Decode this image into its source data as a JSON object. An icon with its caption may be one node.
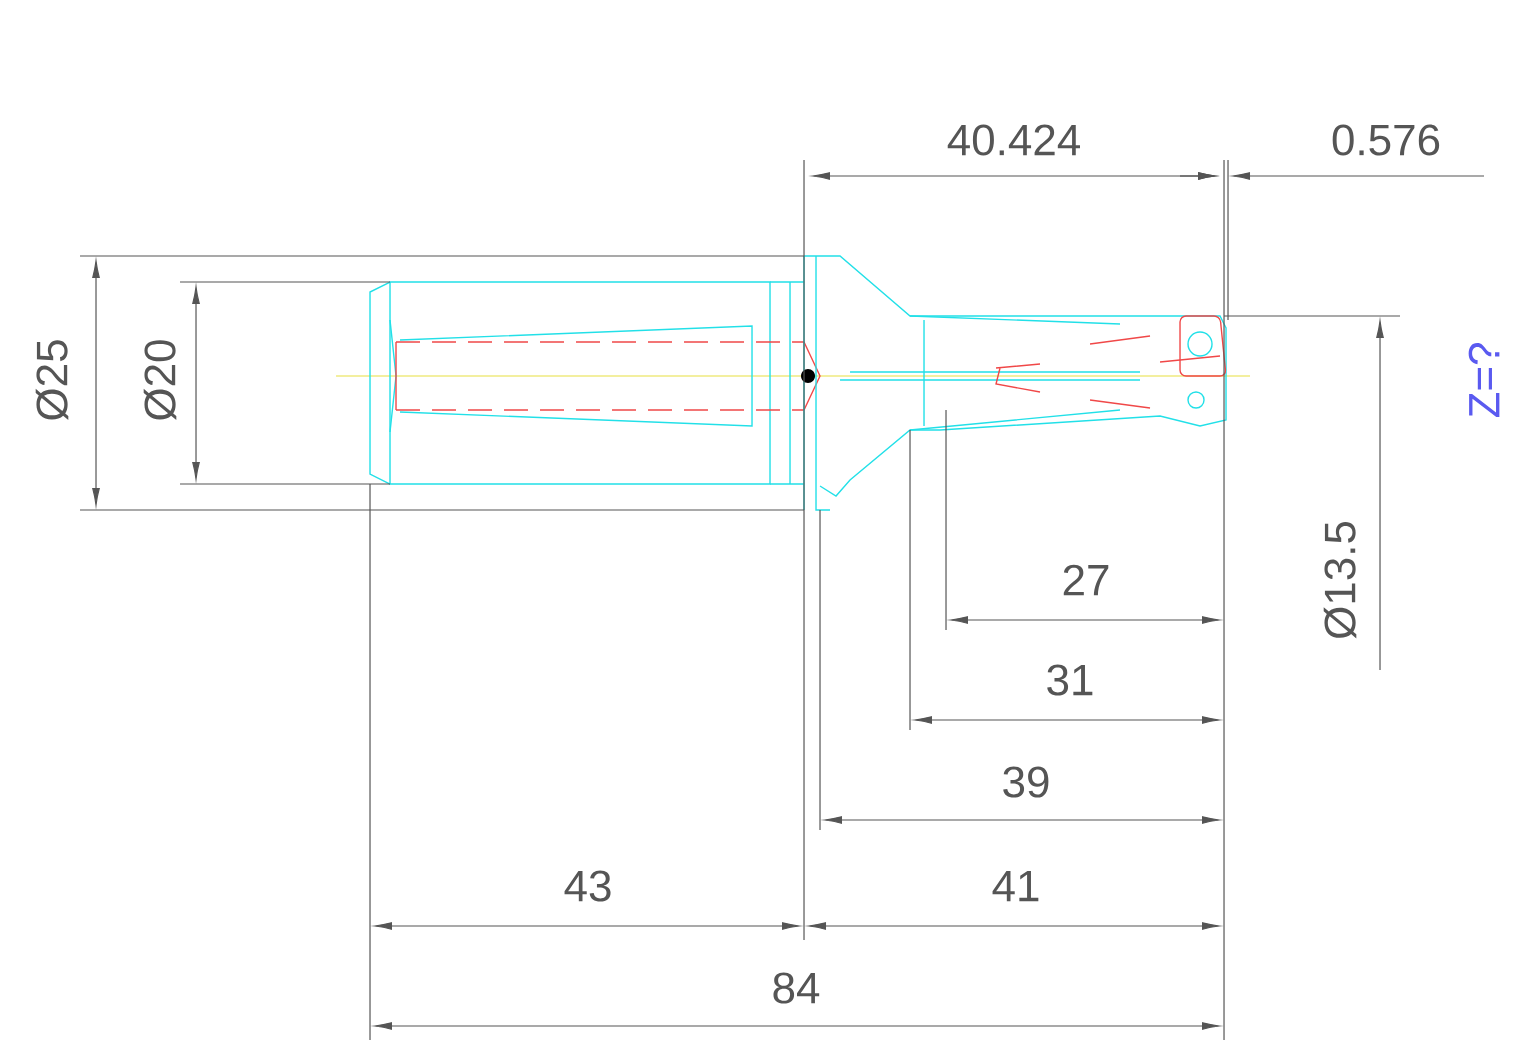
{
  "diagram": {
    "labels": [
      "40.424",
      "0.576",
      "Ø25",
      "Ø20",
      "Z=?",
      "Ø13.5",
      "27",
      "31",
      "39",
      "43",
      "41",
      "84"
    ]
  }
}
